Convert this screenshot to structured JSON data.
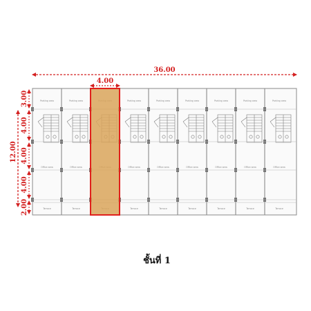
{
  "plan": {
    "units": 9,
    "highlight_unit": 2,
    "colors": {
      "dimension": "#d42020",
      "highlight_fill": "#d9a45a",
      "highlight_border": "#e0201c",
      "line": "#8a8a8a"
    }
  },
  "dimensions": {
    "total_width": "36.00",
    "unit_width": "4.00",
    "total_depth": "12.00",
    "segments": [
      "3.00",
      "4.00",
      "4.00",
      "4.00",
      "2.00"
    ]
  },
  "rooms": {
    "back": "Parking area",
    "middle": "Office area",
    "front": "Terrace"
  },
  "caption": "ชั้นที่ 1"
}
